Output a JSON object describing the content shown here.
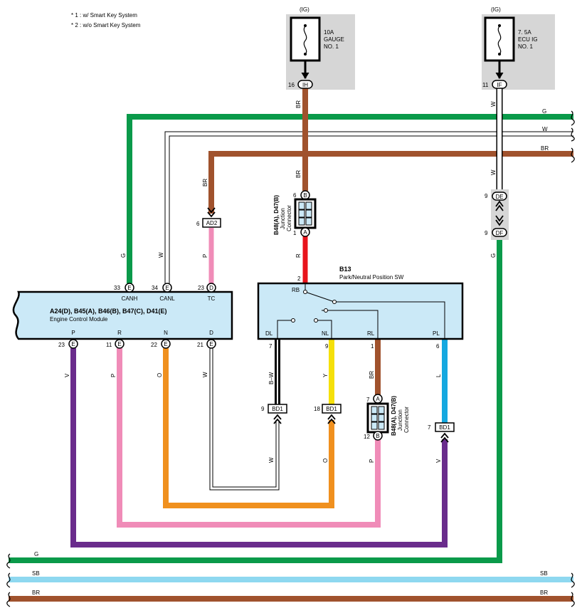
{
  "notes": [
    "* 1 : w/ Smart Key System",
    "* 2 : w/o Smart Key System"
  ],
  "fuses": [
    {
      "supply": "(IG)",
      "lines": [
        "10A",
        "GAUGE",
        "NO. 1"
      ],
      "connector": "IH",
      "pin": "16"
    },
    {
      "supply": "(IG)",
      "lines": [
        "7. 5A",
        "ECU IG",
        "NO. 1"
      ],
      "connector": "IF",
      "pin": "11"
    }
  ],
  "ecm": {
    "title": "A24(D), B45(A), B46(B), B47(C), D41(E)",
    "subtitle": "Engine Control Module",
    "top_terminals": [
      {
        "pin": "33",
        "conn": "E",
        "name": "CANH"
      },
      {
        "pin": "34",
        "conn": "E",
        "name": "CANL"
      },
      {
        "pin": "23",
        "conn": "D",
        "name": "TC"
      }
    ],
    "bottom_terminals": [
      {
        "pin": "23",
        "conn": "E",
        "name": "P"
      },
      {
        "pin": "11",
        "conn": "E",
        "name": "R"
      },
      {
        "pin": "22",
        "conn": "E",
        "name": "N"
      },
      {
        "pin": "21",
        "conn": "E",
        "name": "D"
      }
    ]
  },
  "switch": {
    "id": "B13",
    "name": "Park/Neutral Position SW",
    "top_pin": "2",
    "terminals": [
      "RB",
      "DL",
      "NL",
      "RL",
      "PL"
    ],
    "bottom_pins": [
      "7",
      "9",
      "1",
      "6"
    ]
  },
  "junction_connectors": [
    {
      "id": "B48(A), D47(B)",
      "lines": [
        "Junction",
        "Connector"
      ],
      "top_pin": "6",
      "top_conn": "B",
      "bottom_pin": "1",
      "bottom_conn": "A"
    },
    {
      "id": "B48(A), D47(B)",
      "lines": [
        "Junction",
        "Connector"
      ],
      "top_pin": "7",
      "top_conn": "A",
      "bottom_pin": "12",
      "bottom_conn": "B"
    }
  ],
  "connectors": {
    "ad2": {
      "pin": "6",
      "name": "AD2"
    },
    "de": {
      "pin": "9",
      "name": "DE"
    },
    "df": {
      "pin": "9",
      "name": "DF"
    },
    "bd1_a": {
      "pin": "9",
      "name": "BD1"
    },
    "bd1_b": {
      "pin": "18",
      "name": "BD1"
    },
    "bd1_c": {
      "pin": "7",
      "name": "BD1"
    }
  },
  "wire_labels": {
    "ih_out": "BR",
    "if_out": "W",
    "bus_g": "G",
    "bus_w": "W",
    "bus_br": "BR",
    "br_to_jc": "BR",
    "w_to_de": "W",
    "br_to_ad2": "BR",
    "p_to_tc": "P",
    "r_to_sw": "R",
    "g_from_df": "G",
    "g_canh": "G",
    "w_canl": "W",
    "v_p": "V",
    "p_r": "P",
    "o_n": "O",
    "w_d": "W",
    "bw_dl": "B–W",
    "y_nl": "Y",
    "br_rl": "BR",
    "l_pl": "L",
    "w_bd1": "W",
    "o_bd1": "O",
    "p_jc": "P",
    "v_bd1": "V",
    "bot_g": "G",
    "bot_sb": "SB",
    "bot_sb_r": "SB",
    "bot_br": "BR",
    "bot_br_r": "BR"
  },
  "colors": {
    "G": "#0a9a4a",
    "BR": "#a0522d",
    "R": "#e8141c",
    "P": "#f08cb8",
    "O": "#f0901e",
    "Y": "#f5e00a",
    "L": "#14a8e0",
    "V": "#6a2c8c",
    "SB": "#8ed8f0",
    "W": "#ffffff",
    "B": "#000000",
    "ecm_fill": "#cbe9f7",
    "fuse_bg": "#d6d6d6"
  }
}
